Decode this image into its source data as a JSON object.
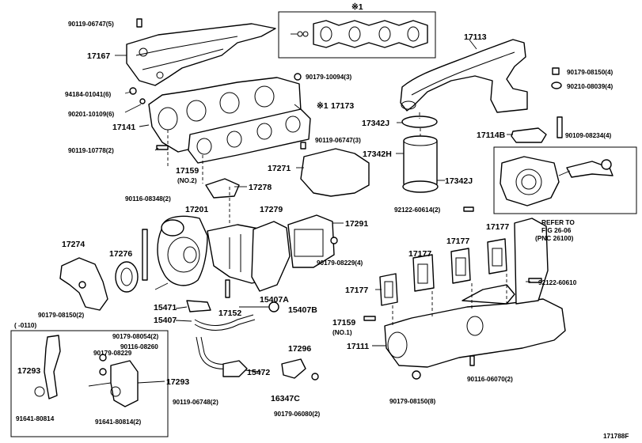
{
  "labels": {
    "p90119_06747_5": "90119-06747(5)",
    "p17167": "17167",
    "p94184_01041_6": "94184-01041(6)",
    "p90201_10109_6": "90201-10109(6)",
    "p17141": "17141",
    "p90179_10094_3": "90179-10094(3)",
    "p17173": "17173",
    "p90119_10778_2": "90119-10778(2)",
    "p17159_no2": "17159",
    "no2": "(NO.2)",
    "p90119_06747_3": "90119-06747(3)",
    "p17271": "17271",
    "p17278": "17278",
    "p90116_08348_2": "90116-08348(2)",
    "p17201": "17201",
    "p17279": "17279",
    "p17291": "17291",
    "p17274": "17274",
    "p17276": "17276",
    "p90179_08229_4": "90179-08229(4)",
    "p90179_08150_2": "90179-08150(2)",
    "p15471": "15471",
    "p15407": "15407",
    "p17152": "17152",
    "p15407A": "15407A",
    "p15407B": "15407B",
    "range_0110": "(  -0110)",
    "p90179_08054_2": "90179-08054(2)",
    "p90116_08260": "90116-08260",
    "p90179_08229": "90179-08229",
    "p17293_a": "17293",
    "p17293_b": "17293",
    "p91641_80814": "91641-80814",
    "p91641_80814_2": "91641-80814(2)",
    "p17296": "17296",
    "p15472": "15472",
    "p16347C": "16347C",
    "p90119_06748_2": "90119-06748(2)",
    "p90179_06080_2": "90179-06080(2)",
    "note_x1": "※1",
    "p17113": "17113",
    "p90179_08150_4": "90179-08150(4)",
    "p90210_08039_4": "90210-08039(4)",
    "p17342J_top": "17342J",
    "p17114B": "17114B",
    "p90109_08234_4": "90109-08234(4)",
    "p17342H": "17342H",
    "p17342J_bot": "17342J",
    "p92122_60614_2": "92122-60614(2)",
    "refer_1": "REFER TO",
    "refer_2": "FIG 26-06",
    "refer_3": "(PNC 26100)",
    "p17177_a": "17177",
    "p17177_b": "17177",
    "p17177_c": "17177",
    "p17177_d": "17177",
    "p92122_60610": "92122-60610",
    "p17159_no1": "17159",
    "no1": "(NO.1)",
    "p17111": "17111",
    "p90116_06070_2": "90116-06070(2)",
    "p90179_08150_8": "90179-08150(8)",
    "fig_id": "171788F"
  }
}
